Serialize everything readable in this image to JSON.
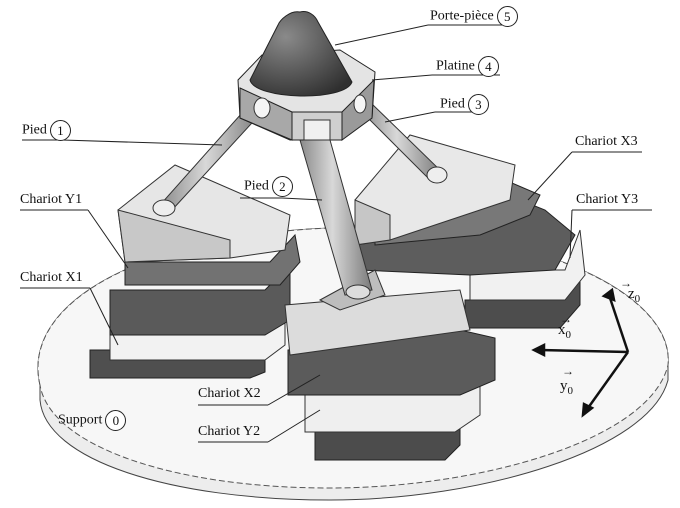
{
  "labels": {
    "porte_piece": {
      "text": "Porte-pièce",
      "num": "5"
    },
    "platine": {
      "text": "Platine",
      "num": "4"
    },
    "pied3": {
      "text": "Pied",
      "num": "3"
    },
    "pied1": {
      "text": "Pied",
      "num": "1"
    },
    "pied2": {
      "text": "Pied",
      "num": "2"
    },
    "chariot_x3": {
      "text": "Chariot X3"
    },
    "chariot_y1": {
      "text": "Chariot Y1"
    },
    "chariot_y3": {
      "text": "Chariot Y3"
    },
    "chariot_x1": {
      "text": "Chariot X1"
    },
    "chariot_x2": {
      "text": "Chariot X2"
    },
    "chariot_y2": {
      "text": "Chariot Y2"
    },
    "support": {
      "text": "Support",
      "num": "0"
    }
  },
  "axes": {
    "x": {
      "base": "x",
      "sub": "0"
    },
    "y": {
      "base": "y",
      "sub": "0"
    },
    "z": {
      "base": "z",
      "sub": "0"
    }
  },
  "colors": {
    "base_plate": "#f4f4f4",
    "dark_block": "#555555",
    "mid_block": "#6e6e6e",
    "light_block": "#dcdcdc",
    "cone": "#4a4a4a"
  }
}
